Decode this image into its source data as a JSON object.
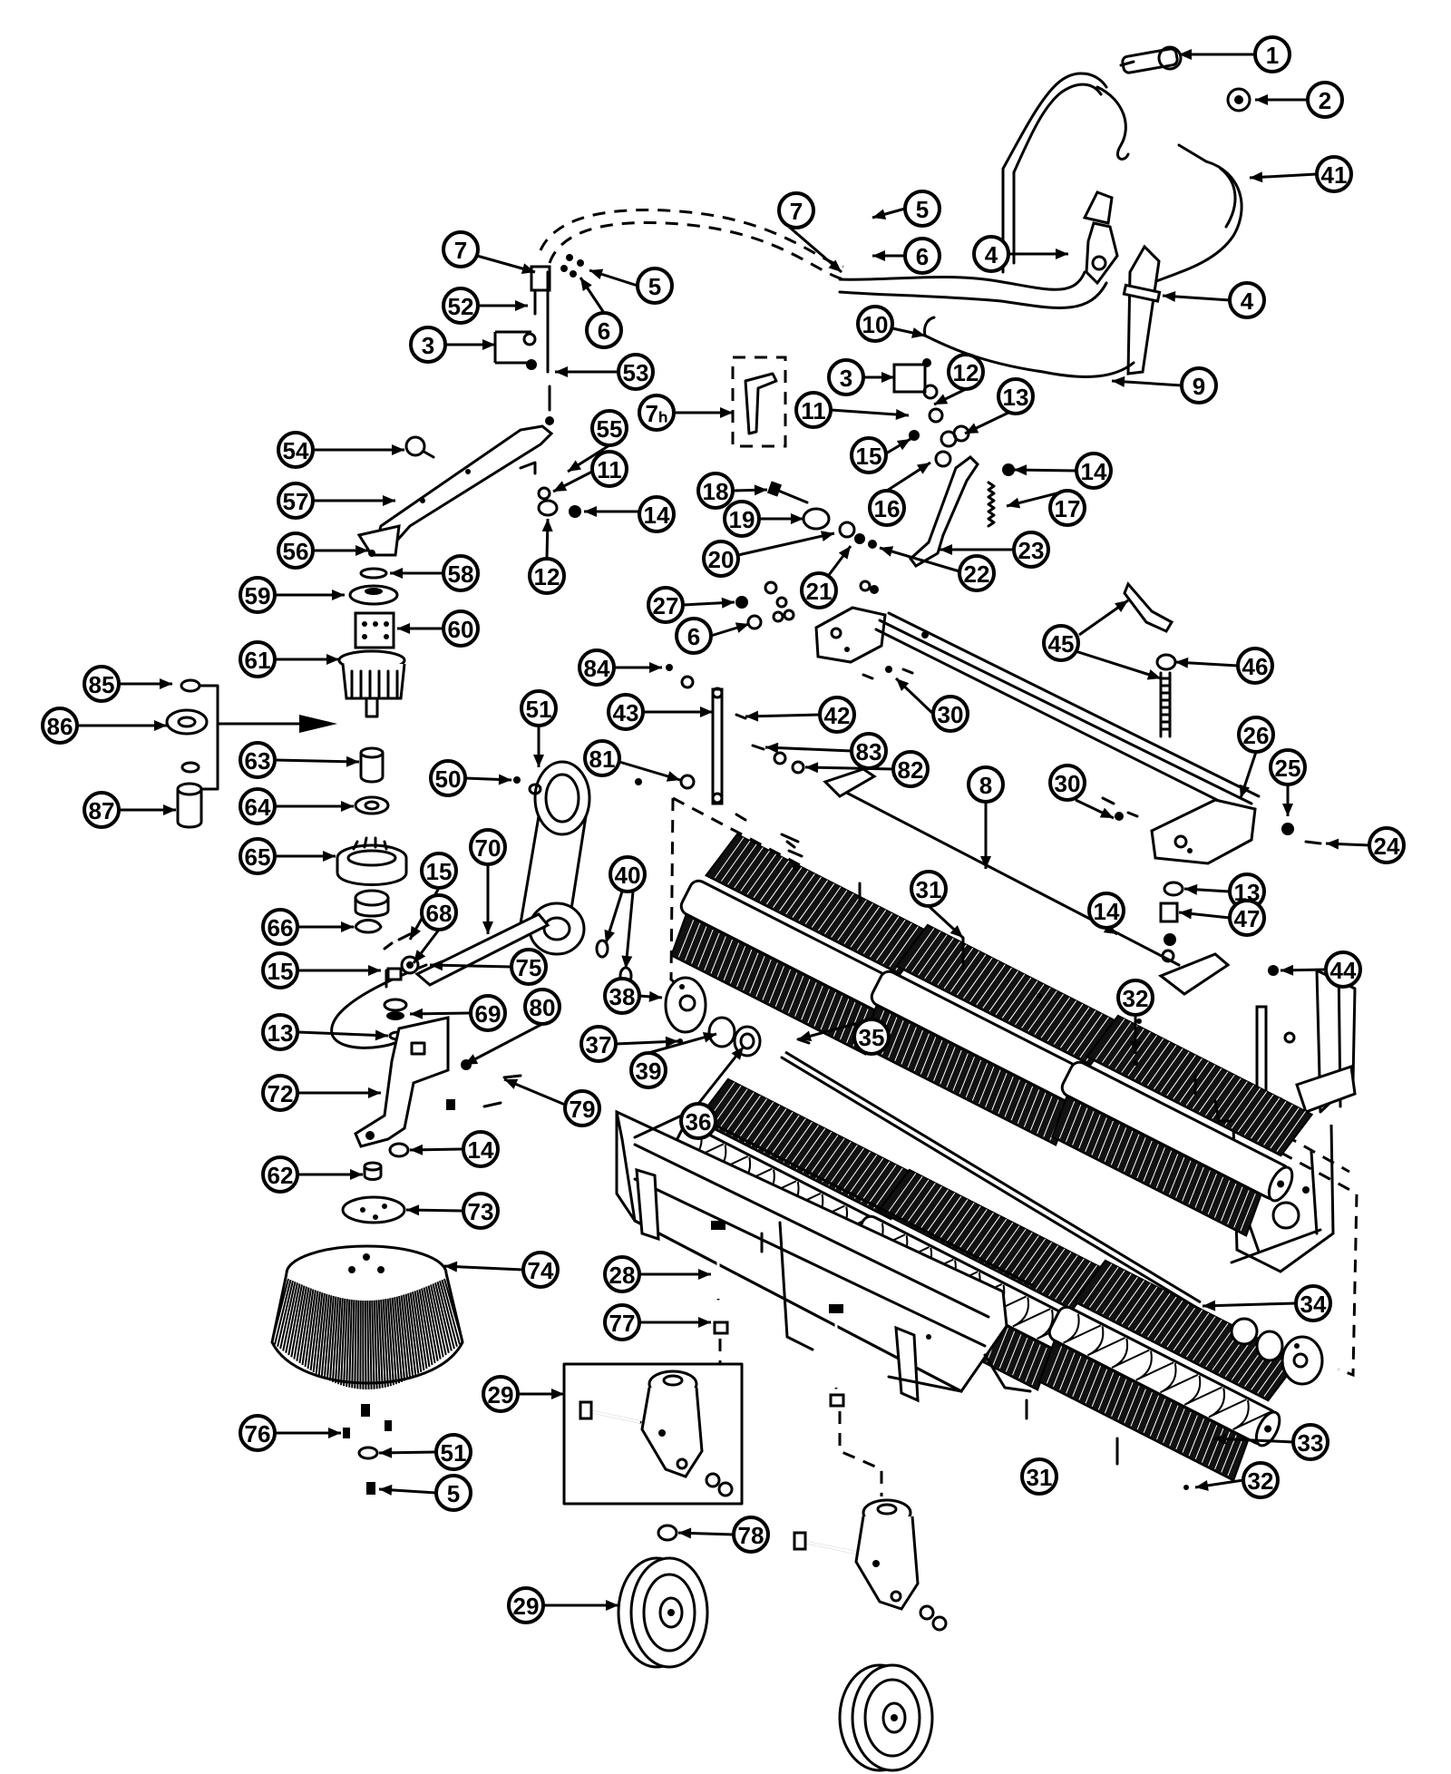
{
  "diagram": {
    "callouts": [
      {
        "id": "c1",
        "label": "1"
      },
      {
        "id": "c2",
        "label": "2"
      },
      {
        "id": "c41",
        "label": "41"
      },
      {
        "id": "c5a",
        "label": "5"
      },
      {
        "id": "c7a",
        "label": "7"
      },
      {
        "id": "c6a",
        "label": "6"
      },
      {
        "id": "c4a",
        "label": "4"
      },
      {
        "id": "c4b",
        "label": "4"
      },
      {
        "id": "c7b",
        "label": "7"
      },
      {
        "id": "c5b",
        "label": "5"
      },
      {
        "id": "c52",
        "label": "52"
      },
      {
        "id": "c6b",
        "label": "6"
      },
      {
        "id": "c3a",
        "label": "3"
      },
      {
        "id": "c53",
        "label": "53"
      },
      {
        "id": "c10",
        "label": "10"
      },
      {
        "id": "c3b",
        "label": "3"
      },
      {
        "id": "c12a",
        "label": "12"
      },
      {
        "id": "c7h",
        "label": "7ₕ"
      },
      {
        "id": "c11a",
        "label": "11"
      },
      {
        "id": "c13a",
        "label": "13"
      },
      {
        "id": "c9",
        "label": "9"
      },
      {
        "id": "c15a",
        "label": "15"
      },
      {
        "id": "c14a",
        "label": "14"
      },
      {
        "id": "c54",
        "label": "54"
      },
      {
        "id": "c55",
        "label": "55"
      },
      {
        "id": "c11b",
        "label": "11"
      },
      {
        "id": "c18",
        "label": "18"
      },
      {
        "id": "c16",
        "label": "16"
      },
      {
        "id": "c17",
        "label": "17"
      },
      {
        "id": "c57",
        "label": "57"
      },
      {
        "id": "c14b",
        "label": "14"
      },
      {
        "id": "c19",
        "label": "19"
      },
      {
        "id": "c23",
        "label": "23"
      },
      {
        "id": "c56",
        "label": "56"
      },
      {
        "id": "c58",
        "label": "58"
      },
      {
        "id": "c12b",
        "label": "12"
      },
      {
        "id": "c20",
        "label": "20"
      },
      {
        "id": "c21",
        "label": "21"
      },
      {
        "id": "c22",
        "label": "22"
      },
      {
        "id": "c59",
        "label": "59"
      },
      {
        "id": "c27",
        "label": "27"
      },
      {
        "id": "c60",
        "label": "60"
      },
      {
        "id": "c6c",
        "label": "6"
      },
      {
        "id": "c45",
        "label": "45"
      },
      {
        "id": "c61",
        "label": "61"
      },
      {
        "id": "c84",
        "label": "84"
      },
      {
        "id": "c46",
        "label": "46"
      },
      {
        "id": "c85",
        "label": "85"
      },
      {
        "id": "c51a",
        "label": "51"
      },
      {
        "id": "c30a",
        "label": "30"
      },
      {
        "id": "c43",
        "label": "43"
      },
      {
        "id": "c42",
        "label": "42"
      },
      {
        "id": "c86",
        "label": "86"
      },
      {
        "id": "c26",
        "label": "26"
      },
      {
        "id": "c83",
        "label": "83"
      },
      {
        "id": "c25",
        "label": "25"
      },
      {
        "id": "c63",
        "label": "63"
      },
      {
        "id": "c81",
        "label": "81"
      },
      {
        "id": "c50",
        "label": "50"
      },
      {
        "id": "c82",
        "label": "82"
      },
      {
        "id": "c8",
        "label": "8"
      },
      {
        "id": "c30b",
        "label": "30"
      },
      {
        "id": "c87",
        "label": "87"
      },
      {
        "id": "c64",
        "label": "64"
      },
      {
        "id": "c24",
        "label": "24"
      },
      {
        "id": "c70",
        "label": "70"
      },
      {
        "id": "c65",
        "label": "65"
      },
      {
        "id": "c40",
        "label": "40"
      },
      {
        "id": "c15b",
        "label": "15"
      },
      {
        "id": "c31a",
        "label": "31"
      },
      {
        "id": "c13b",
        "label": "13"
      },
      {
        "id": "c68",
        "label": "68"
      },
      {
        "id": "c66",
        "label": "66"
      },
      {
        "id": "c14c",
        "label": "14"
      },
      {
        "id": "c47",
        "label": "47"
      },
      {
        "id": "c75",
        "label": "75"
      },
      {
        "id": "c15c",
        "label": "15"
      },
      {
        "id": "c44",
        "label": "44"
      },
      {
        "id": "c38",
        "label": "38"
      },
      {
        "id": "c80",
        "label": "80"
      },
      {
        "id": "c69",
        "label": "69"
      },
      {
        "id": "c32a",
        "label": "32"
      },
      {
        "id": "c13c",
        "label": "13"
      },
      {
        "id": "c37",
        "label": "37"
      },
      {
        "id": "c35",
        "label": "35"
      },
      {
        "id": "c39",
        "label": "39"
      },
      {
        "id": "c72",
        "label": "72"
      },
      {
        "id": "c79",
        "label": "79"
      },
      {
        "id": "c36",
        "label": "36"
      },
      {
        "id": "c14d",
        "label": "14"
      },
      {
        "id": "c62",
        "label": "62"
      },
      {
        "id": "c73",
        "label": "73"
      },
      {
        "id": "c74",
        "label": "74"
      },
      {
        "id": "c28",
        "label": "28"
      },
      {
        "id": "c34",
        "label": "34"
      },
      {
        "id": "c77",
        "label": "77"
      },
      {
        "id": "c29a",
        "label": "29"
      },
      {
        "id": "c76",
        "label": "76"
      },
      {
        "id": "c33",
        "label": "33"
      },
      {
        "id": "c51b",
        "label": "51"
      },
      {
        "id": "c31b",
        "label": "31"
      },
      {
        "id": "c32b",
        "label": "32"
      },
      {
        "id": "c5c",
        "label": "5"
      },
      {
        "id": "c78",
        "label": "78"
      },
      {
        "id": "c29b",
        "label": "29"
      }
    ]
  }
}
